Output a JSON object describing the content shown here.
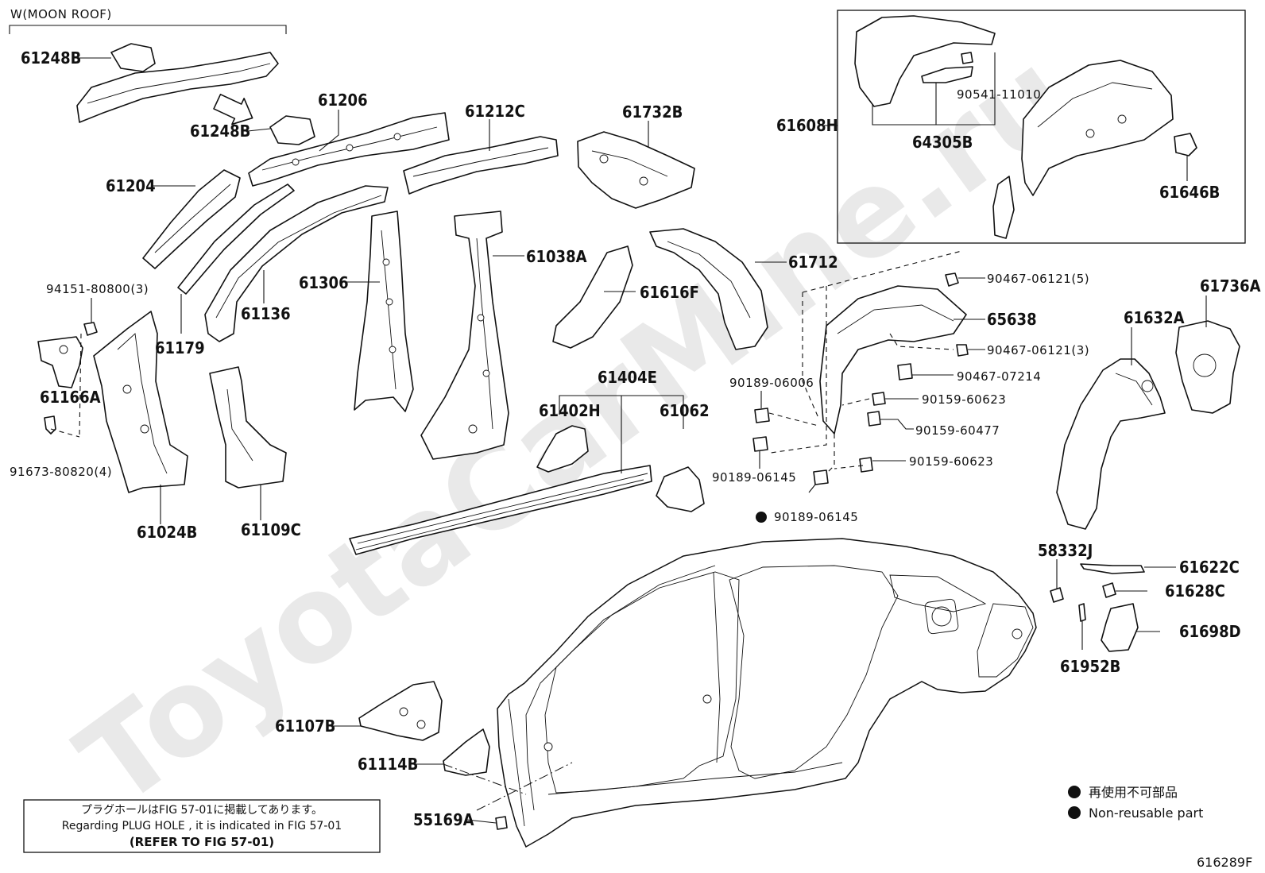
{
  "watermark": "ToyotaCarMine.ru",
  "variant_label": "W(MOON ROOF)",
  "parts": {
    "p61248b_1": "61248B",
    "p61248b_2": "61248B",
    "p61206": "61206",
    "p61212c": "61212C",
    "p61732b": "61732B",
    "p61204": "61204",
    "p61179": "61179",
    "p61136": "61136",
    "p61306": "61306",
    "p61038a": "61038A",
    "p61616f": "61616F",
    "p61712": "61712",
    "p94151": "94151-80800(3)",
    "p61166a": "61166A",
    "p91673": "91673-80820(4)",
    "p61024b": "61024B",
    "p61109c": "61109C",
    "p61404e": "61404E",
    "p61402h": "61402H",
    "p61062": "61062",
    "p61608h": "61608H",
    "p90541": "90541-11010",
    "p64305b": "64305B",
    "p61646b": "61646B",
    "p90467_a": "90467-06121(5)",
    "p65638": "65638",
    "p90467_b": "90467-06121(3)",
    "p90467_c": "90467-07214",
    "p90189_a": "90189-06006",
    "p90159_a": "90159-60623",
    "p90159_b": "90159-60477",
    "p90189_b": "90189-06145",
    "p90159_c": "90159-60623",
    "p90189_c": "90189-06145",
    "p61632a": "61632A",
    "p61736a": "61736A",
    "p58332j": "58332J",
    "p61622c": "61622C",
    "p61628c": "61628C",
    "p61698d": "61698D",
    "p61952b": "61952B",
    "p61107b": "61107B",
    "p61114b": "61114B",
    "p55169a": "55169A"
  },
  "legend": {
    "jp": "再使用不可部品",
    "en": "Non-reusable part"
  },
  "note": {
    "line1": "プラグホールはFIG 57-01に掲載してあります。",
    "line2": "Regarding  PLUG  HOLE , it is indicated in FIG  57-01",
    "line3": "(REFER TO FIG 57-01)"
  },
  "figure_code": "616289F"
}
